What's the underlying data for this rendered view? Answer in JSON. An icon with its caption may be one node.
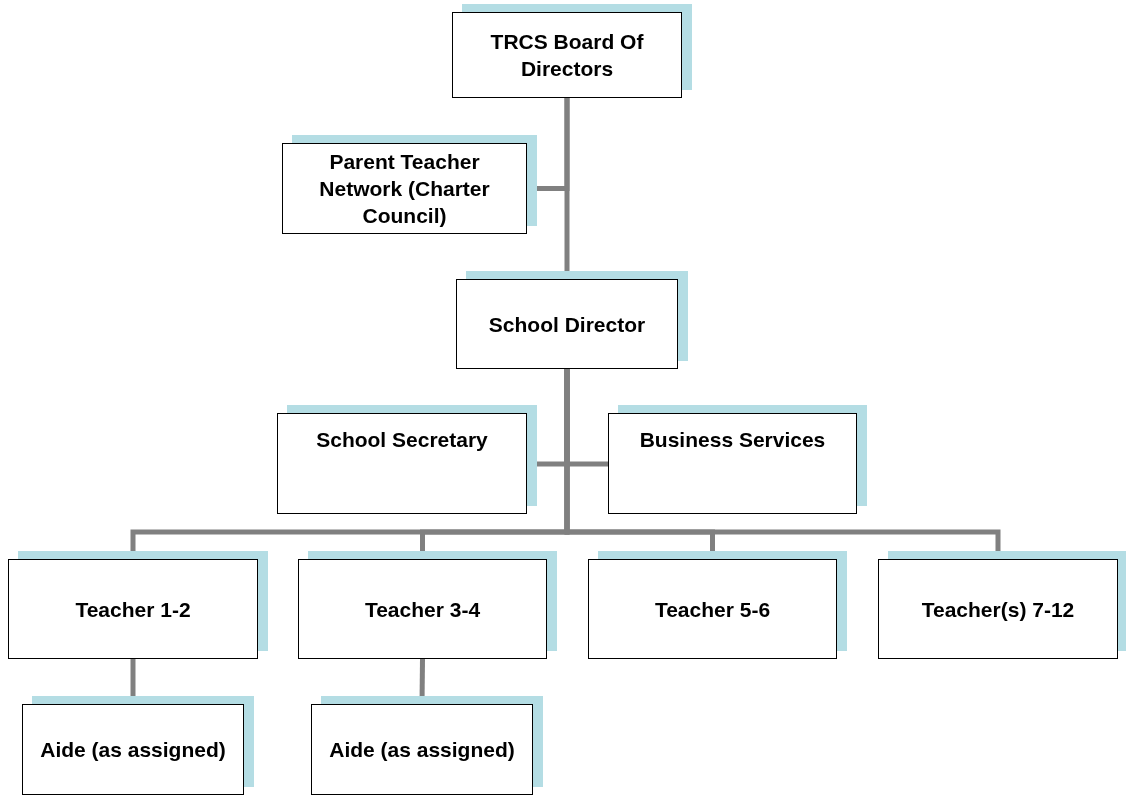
{
  "diagram": {
    "nodes": [
      {
        "text": [
          "TRCS Board Of Directors"
        ]
      },
      {
        "text": [
          "Parent Teacher Network (Charter Council)"
        ]
      },
      {
        "text": [
          "School Director"
        ]
      },
      {
        "text": [
          "School Secretary"
        ]
      },
      {
        "text": [
          "Business Services"
        ]
      },
      {
        "text": [
          "Teacher 1-2"
        ]
      },
      {
        "text": [
          "Teacher 3-4"
        ]
      },
      {
        "text": [
          "Teacher 5-6"
        ]
      },
      {
        "text": [
          "Teacher(s) 7-12"
        ]
      },
      {
        "text": [
          "Aide (as assigned)"
        ]
      },
      {
        "text": [
          "Aide (as assigned)"
        ]
      }
    ],
    "edges": [
      {
        "from": 0,
        "to": 1,
        "arrow": "none"
      },
      {
        "from": 0,
        "to": 2,
        "arrow": "none"
      },
      {
        "from": 2,
        "to": 3,
        "arrow": "none"
      },
      {
        "from": 2,
        "to": 4,
        "arrow": "none"
      },
      {
        "from": 2,
        "to": 5,
        "arrow": "none"
      },
      {
        "from": 2,
        "to": 6,
        "arrow": "none"
      },
      {
        "from": 2,
        "to": 7,
        "arrow": "none"
      },
      {
        "from": 2,
        "to": 8,
        "arrow": "none"
      },
      {
        "from": 5,
        "to": 9,
        "arrow": "none"
      },
      {
        "from": 6,
        "to": 10,
        "arrow": "none"
      }
    ]
  }
}
